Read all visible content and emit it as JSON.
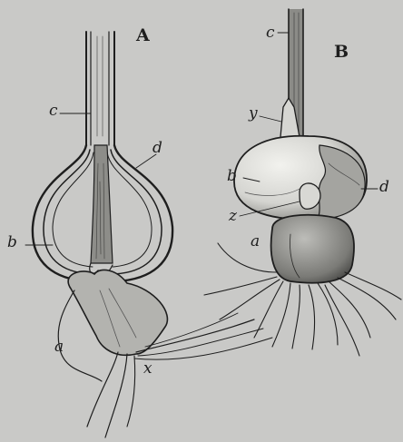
{
  "figure_a": {
    "title": "A",
    "labels": {
      "c": "c",
      "d": "d",
      "b": "b",
      "a": "a",
      "x": "x"
    }
  },
  "figure_b": {
    "title": "B",
    "labels": {
      "c": "c",
      "y": "y",
      "b": "b",
      "d": "d",
      "z": "z",
      "a": "a"
    }
  },
  "colors": {
    "paper": "#c9c9c7",
    "ink": "#1e1e1e",
    "bulb_fill": "#e6e6e2",
    "bulb_shade": "#8f8f8b"
  }
}
